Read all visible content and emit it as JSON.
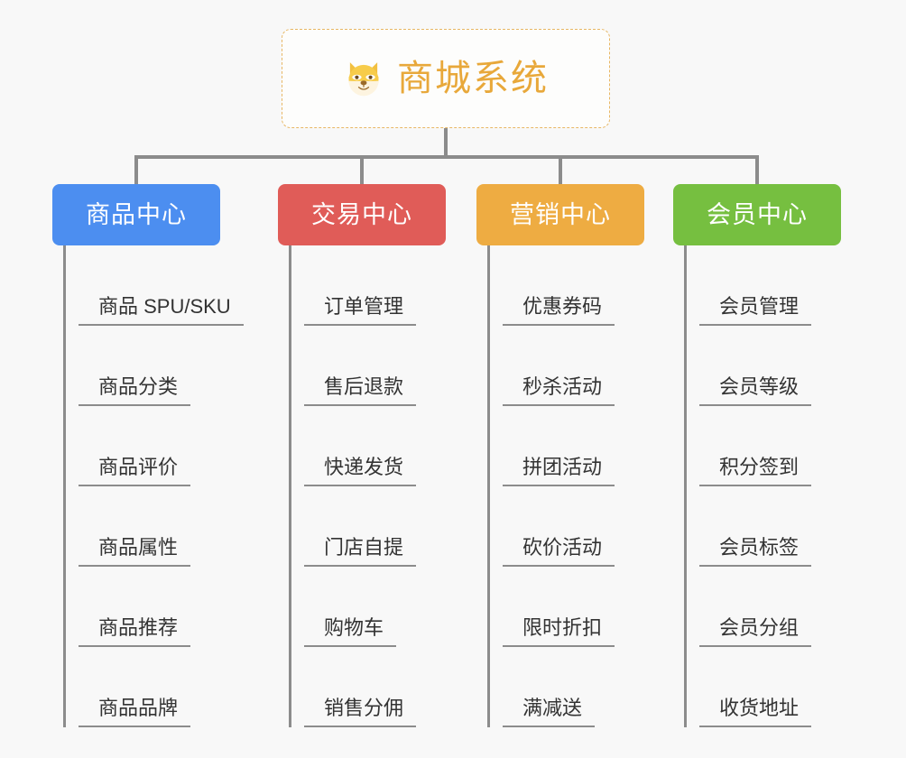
{
  "page": {
    "background": "#f8f8f8",
    "line_color": "#8c8c8c",
    "text_color": "#333333"
  },
  "root": {
    "title": "商城系统",
    "icon": "dog-face-emoji",
    "text_color": "#e8a83a",
    "border_color": "#e8b764",
    "background": "#fdfdfc"
  },
  "branches": [
    {
      "label": "商品中心",
      "color": "#4c8ef0",
      "items": [
        {
          "label": "商品 SPU/SKU"
        },
        {
          "label": "商品分类"
        },
        {
          "label": "商品评价"
        },
        {
          "label": "商品属性"
        },
        {
          "label": "商品推荐"
        },
        {
          "label": "商品品牌"
        }
      ]
    },
    {
      "label": "交易中心",
      "color": "#e05c58",
      "items": [
        {
          "label": "订单管理"
        },
        {
          "label": "售后退款"
        },
        {
          "label": "快递发货"
        },
        {
          "label": "门店自提"
        },
        {
          "label": "购物车"
        },
        {
          "label": "销售分佣"
        }
      ]
    },
    {
      "label": "营销中心",
      "color": "#eeac42",
      "items": [
        {
          "label": "优惠券码"
        },
        {
          "label": "秒杀活动"
        },
        {
          "label": "拼团活动"
        },
        {
          "label": "砍价活动"
        },
        {
          "label": "限时折扣"
        },
        {
          "label": "满减送"
        }
      ]
    },
    {
      "label": "会员中心",
      "color": "#76bf40",
      "items": [
        {
          "label": "会员管理"
        },
        {
          "label": "会员等级"
        },
        {
          "label": "积分签到"
        },
        {
          "label": "会员标签"
        },
        {
          "label": "会员分组"
        },
        {
          "label": "收货地址"
        }
      ]
    }
  ]
}
